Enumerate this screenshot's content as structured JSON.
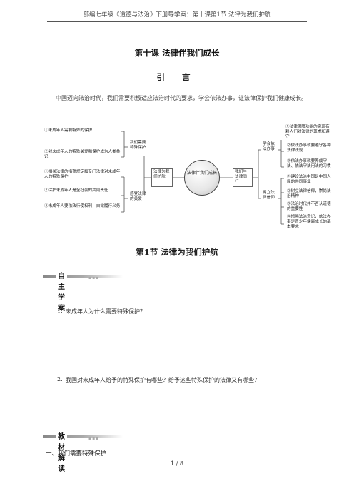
{
  "header": {
    "text": "部编七年级《道德与法治》下册导学案：第十课第1节  法律为我们护航"
  },
  "lesson_title": "第十课    法律伴我们成长",
  "intro_heading": "引  言",
  "intro_paragraph": "中国迈向法治时代，我们需要积极适应法治时代的要求，学会依法办事，让法律保护我们健康成长。",
  "mindmap": {
    "center": "法律伴我们成长",
    "left_mid_top": "我们需要特殊保护",
    "left_mid_bottom": "感受法律的关爱",
    "left_inner": "法律为我们护航",
    "right_inner": "我们与法律同行",
    "right_mid_top": "学会依法办事",
    "right_mid_bottom": "树立法律信仰",
    "left_items": [
      "①未成年人需要特殊的保护",
      "②对未成年人的特殊关爱和保护成为人类共识",
      "①相关法律的指望规定和专门法律对未成年人的特殊保护",
      "②保护未成年人是全社会的共同责任",
      "③未成年人要依法行使权利，自觉履行义务"
    ],
    "right_items": [
      "①法律保障功能的实现有赖人们对法律的尊崇和遵守",
      "②依法办事就要遵守各种法律法规",
      "③依法办事就要养成守法、依法守法用法的习惯",
      "①建设法治中国是中国人民的共同事业",
      "②树立法律信仰，崇尚法治精神",
      "③法治时代并不否认道德的重要性",
      "④增强法治意识，依法办事是青少年健康成长的基本要求"
    ]
  },
  "section_title": "第1节    法律为我们护航",
  "tag_self_study": "自主学案",
  "q1_num": "1.",
  "q1_text": "未成年人为什么需要特殊保护？",
  "q2_num": "2.",
  "q2_text": "我国对未成年人给予的特殊保护有哪些？给予这些特殊保护的法律又有哪些？",
  "tag_textbook": "教材解读",
  "subsection": "一、我们需要特殊保护",
  "footer": "1  /  8"
}
